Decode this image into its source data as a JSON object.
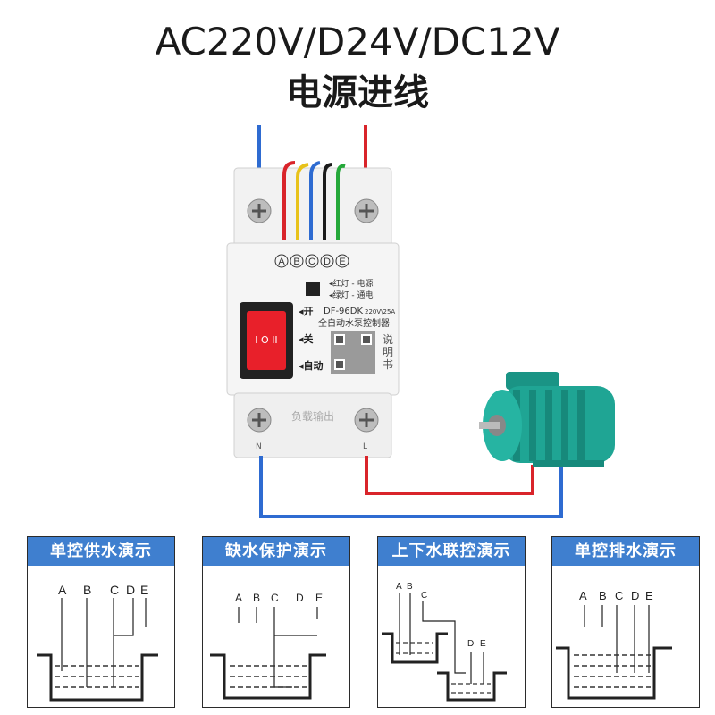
{
  "headline": "AC220V/D24V/DC12V",
  "subline": "电源进线",
  "device": {
    "terminal_labels": [
      "A",
      "B",
      "C",
      "D",
      "E"
    ],
    "indicator_red": "◂红灯 - 电源",
    "indicator_green": "◂绿灯 - 通电",
    "model": "DF-96DK",
    "rating": "220V\\25A",
    "product_name": "全自动水泵控制器",
    "switch_on": "◂开",
    "switch_off": "◂关",
    "switch_auto": "◂自动",
    "manual": "说明书",
    "load_output": "负载输出",
    "n_label": "N",
    "l_label": "L",
    "switch_symbol": "I O II"
  },
  "panels": [
    {
      "title": "单控供水演示",
      "labels": [
        "A",
        "B",
        "C",
        "D",
        "E"
      ]
    },
    {
      "title": "缺水保护演示",
      "labels": [
        "A",
        "B",
        "C",
        "D",
        "E"
      ]
    },
    {
      "title": "上下水联控演示",
      "labels": [
        "A",
        "B",
        "C",
        "D",
        "E"
      ]
    },
    {
      "title": "单控排水演示",
      "labels": [
        "A",
        "B",
        "C",
        "D",
        "E"
      ]
    }
  ],
  "colors": {
    "wire_blue": "#2e6bd1",
    "wire_red": "#d9242a",
    "wire_black": "#1b1b1b",
    "wire_green": "#25a83a",
    "wire_yellow": "#e8c21a",
    "switch_red": "#e8202a",
    "motor_teal": "#1fa594",
    "panel_header": "#3f7fcf"
  }
}
